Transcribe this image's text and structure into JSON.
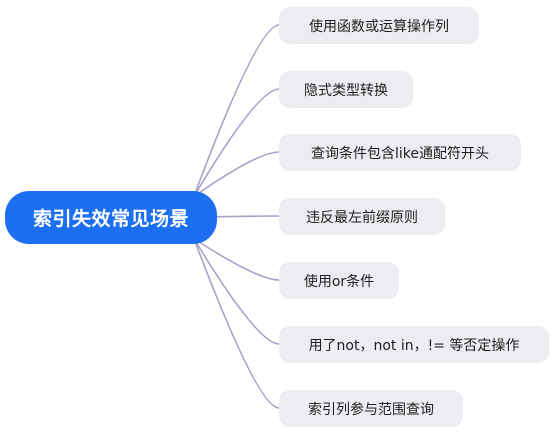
{
  "root": {
    "label": "索引失效常见场景"
  },
  "branches": [
    {
      "label": "使用函数或运算操作列"
    },
    {
      "label": "隐式类型转换"
    },
    {
      "label": "查询条件包含like通配符开头"
    },
    {
      "label": "违反最左前缀原则"
    },
    {
      "label": "使用or条件"
    },
    {
      "label": "用了not，not in，!= 等否定操作"
    },
    {
      "label": "索引列参与范围查询"
    }
  ],
  "colors": {
    "root_fill": "#1d6ff2",
    "leaf_fill": "#ecedf0",
    "connector": "#a8a1c6"
  }
}
